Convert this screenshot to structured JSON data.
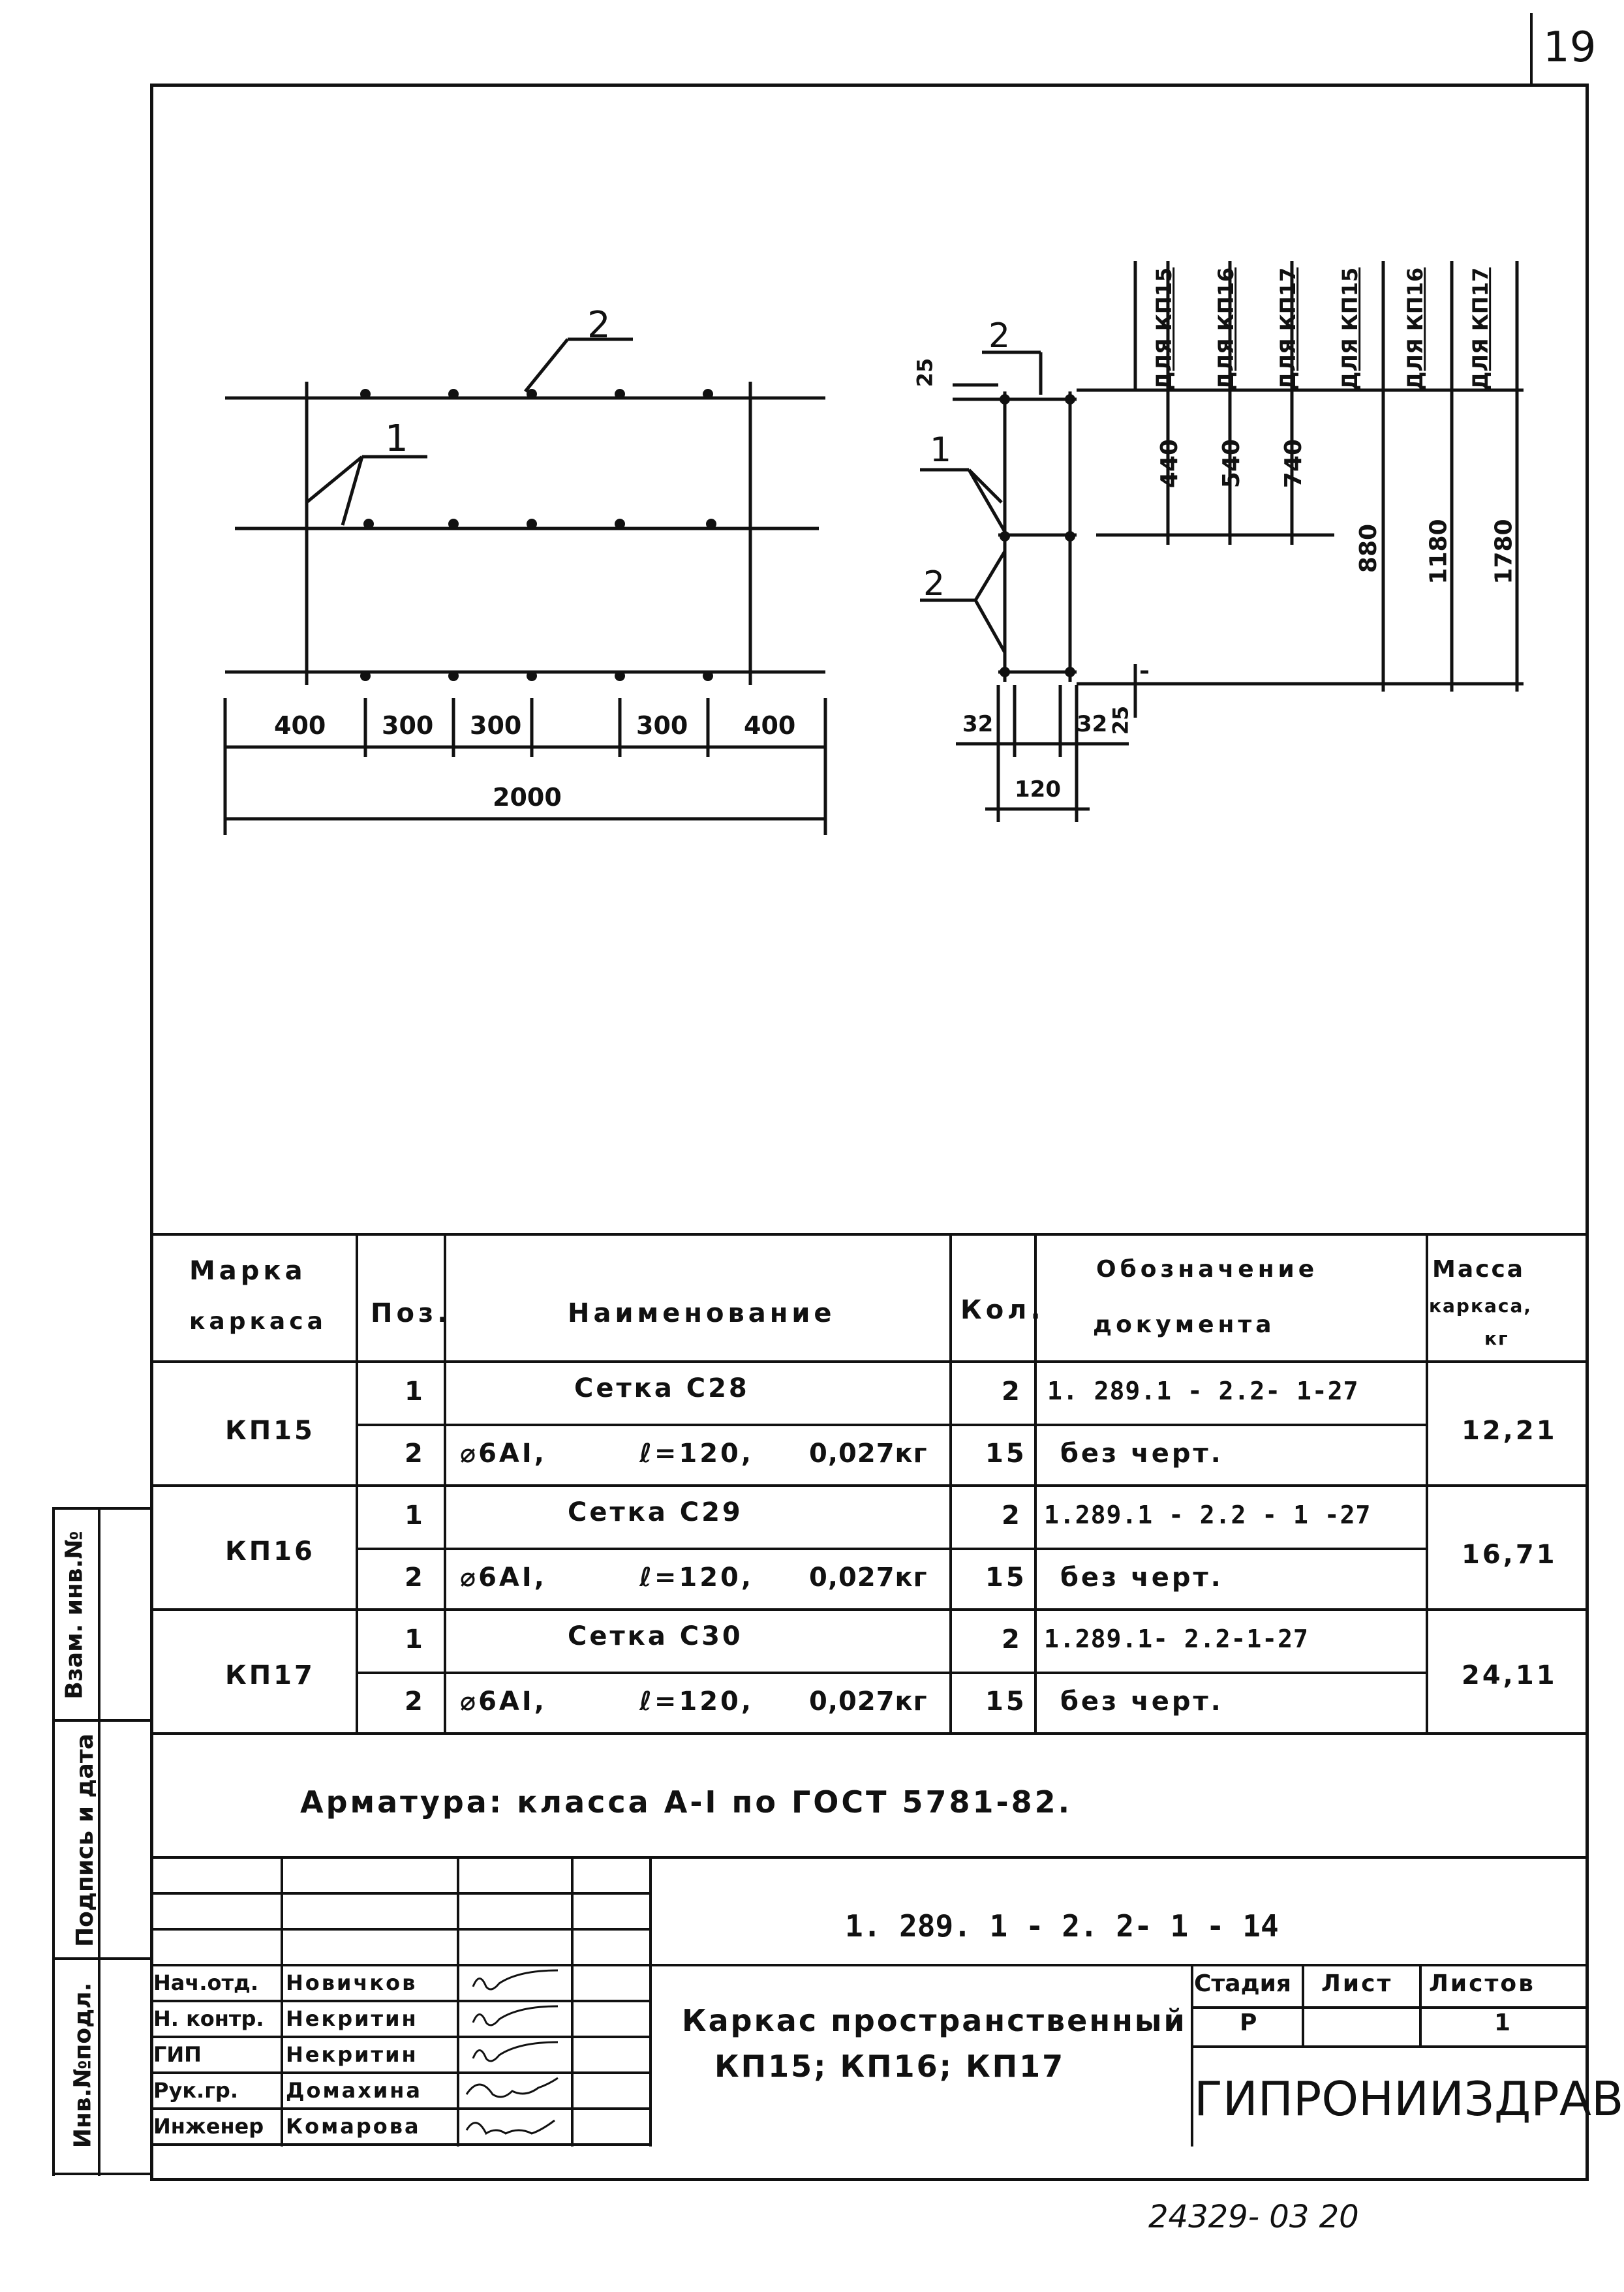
{
  "page": {
    "sheet_number": "19",
    "bottom_code": "24329- 03 20"
  },
  "drawing_plan": {
    "label_top": "2",
    "label_mid": "1",
    "dims_segments": [
      "400",
      "300",
      "300",
      "300",
      "400"
    ],
    "dim_total": "2000"
  },
  "drawing_section": {
    "label_top": "2",
    "label_mid": "1",
    "label_low": "2",
    "dim_top": "25",
    "dim_bottom": "25",
    "dim_left": "32",
    "dim_right": "32",
    "dim_width": "120",
    "column_headers": [
      "ДЛЯ КП15",
      "ДЛЯ КП16",
      "ДЛЯ КП17",
      "ДЛЯ КП15",
      "ДЛЯ КП16",
      "ДЛЯ КП17"
    ],
    "heights_upper": [
      "440",
      "540",
      "740"
    ],
    "heights_total": [
      "880",
      "1180",
      "1780"
    ]
  },
  "spec_table": {
    "headers": {
      "mark_line1": "Марка",
      "mark_line2": "каркаса",
      "pos": "Поз.",
      "name": "Наименование",
      "qty": "Кол.",
      "doc_line1": "Обозначение",
      "doc_line2": "документа",
      "mass_line1": "Масса",
      "mass_line2": "каркаса,",
      "mass_line3": "кг"
    },
    "groups": [
      {
        "mark": "КП15",
        "mass": "12,21",
        "rows": [
          {
            "pos": "1",
            "name": "Сетка С28",
            "qty": "2",
            "doc": "1. 289.1 - 2.2- 1-27"
          },
          {
            "pos": "2",
            "name_a": "⌀6AI,",
            "name_b": "ℓ=120,",
            "name_c": "0,027кг",
            "qty": "15",
            "doc": "без черт."
          }
        ]
      },
      {
        "mark": "КП16",
        "mass": "16,71",
        "rows": [
          {
            "pos": "1",
            "name": "Сетка С29",
            "qty": "2",
            "doc": "1.289.1 - 2.2 - 1 -27"
          },
          {
            "pos": "2",
            "name_a": "⌀6AI,",
            "name_b": "ℓ=120,",
            "name_c": "0,027кг",
            "qty": "15",
            "doc": "без черт."
          }
        ]
      },
      {
        "mark": "КП17",
        "mass": "24,11",
        "rows": [
          {
            "pos": "1",
            "name": "Сетка С30",
            "qty": "2",
            "doc": "1.289.1- 2.2-1-27"
          },
          {
            "pos": "2",
            "name_a": "⌀6AI,",
            "name_b": "ℓ=120,",
            "name_c": "0,027кг",
            "qty": "15",
            "doc": "без черт."
          }
        ]
      }
    ],
    "note": "Арматура: класса А-I по ГОСТ 5781-82."
  },
  "title_block": {
    "doc_code": "1. 289. 1 - 2. 2- 1 - 14",
    "title_line1": "Каркас пространственный",
    "title_line2": "КП15; КП16; КП17",
    "stage_label": "Стадия",
    "sheet_label": "Лист",
    "sheets_label": "Листов",
    "stage": "Р",
    "sheets": "1",
    "org": "ГИПРОНИИЗДРАВ",
    "staff": [
      {
        "role": "Нач.отд.",
        "name": "Новичков"
      },
      {
        "role": "Н. контр.",
        "name": "Некритин"
      },
      {
        "role": "ГИП",
        "name": "Некритин"
      },
      {
        "role": "Рук.гр.",
        "name": "Домахина"
      },
      {
        "role": "Инженер",
        "name": "Комарова"
      }
    ]
  },
  "side_stamp": {
    "labels": [
      "Инв.№подл.",
      "Подпись и дата",
      "Взам. инв.№"
    ]
  }
}
